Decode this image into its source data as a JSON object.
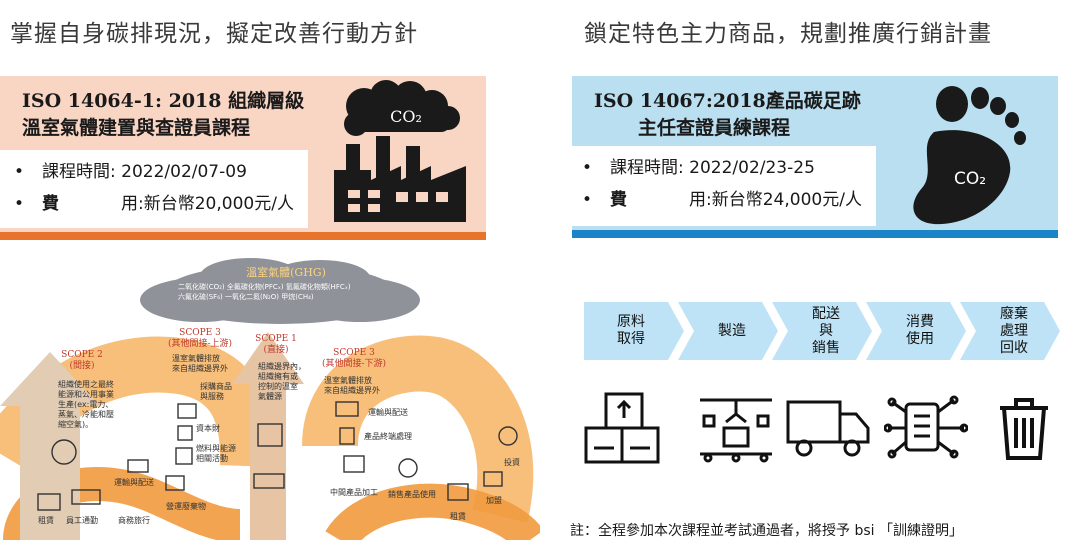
{
  "left": {
    "headline": "掌握自身碳排現況，擬定改善行動方針",
    "course_title_line1": "ISO 14064-1: 2018 組織層級",
    "course_title_line2": "溫室氣體建置與查證員課程",
    "date_label": "課程時間: 2022/02/07-09",
    "fee_label_prefix": "費",
    "fee_label_rest": "用:新台幣20,000元/人",
    "icon_text": "CO₂",
    "accent_bg": "#f9d5c4",
    "accent_bar": "#e8732a"
  },
  "right": {
    "headline": "鎖定特色主力商品，規劃推廣行銷計畫",
    "course_title_line1": "ISO 14067:2018產品碳足跡",
    "course_title_line2": "主任查證員練課程",
    "date_label": "課程時間: 2022/02/23-25",
    "fee_label_prefix": "費",
    "fee_label_rest": "用:新台幣24,000元/人",
    "icon_text": "CO₂",
    "accent_bg": "#b9dff0",
    "accent_bar": "#1a84c7"
  },
  "ghg": {
    "cloud_title": "溫室氣體(GHG)",
    "gases_line1": "二氧化碳(CO₂)  全氟碳化物(PFCₓ)  氫氟碳化物類(HFCₓ)",
    "gases_line2": "六氟化硫(SF₆)  一氧化二氮(N₂O)  甲烷(CH₄)",
    "scope1": "SCOPE 1\n(直接)",
    "scope1_desc": "組織邊界內，\n組織擁有或\n控制的溫室\n氣體源",
    "scope2": "SCOPE 2\n(間接)",
    "scope2_desc": "組織使用之最終\n能源和公用事業\n生產(ex:電力、\n蒸氣、冷能和壓\n縮空氣)。",
    "scope3_up": "SCOPE 3\n(其他間接-上游)",
    "scope3_up_desc": "溫室氣體排放\n來自組織邊界外",
    "scope3_down": "SCOPE 3\n(其他間接-下游)",
    "scope3_down_desc": "溫室氣體排放\n來自組織邊界外",
    "items": {
      "purchase": "採購商品\n與服務",
      "capital": "資本財",
      "fuel": "燃料與能源\n相關活動",
      "transport_up": "運輸與配送",
      "waste_ops": "營運廢棄物",
      "travel": "商務旅行",
      "commute": "員工通勤",
      "lease_up": "租賃",
      "transport_down": "運輸與配送",
      "eol": "產品終端處理",
      "processing": "中間產品加工",
      "use": "銷售產品使用",
      "lease_down": "租賃",
      "invest": "投資",
      "franchise": "加盟"
    }
  },
  "lifecycle": {
    "steps": [
      "原料\n取得",
      "製造",
      "配送\n與\n銷售",
      "消費\n使用",
      "廢棄\n處理\n回收"
    ]
  },
  "note": "註：全程參加本次課程並考試通過者，將授予 bsi 「訓練證明」"
}
